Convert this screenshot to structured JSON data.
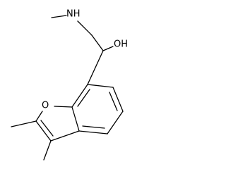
{
  "structure": {
    "atoms": {
      "amine": "NH",
      "hydroxyl": "OH",
      "ring_oxygen": "O"
    }
  }
}
